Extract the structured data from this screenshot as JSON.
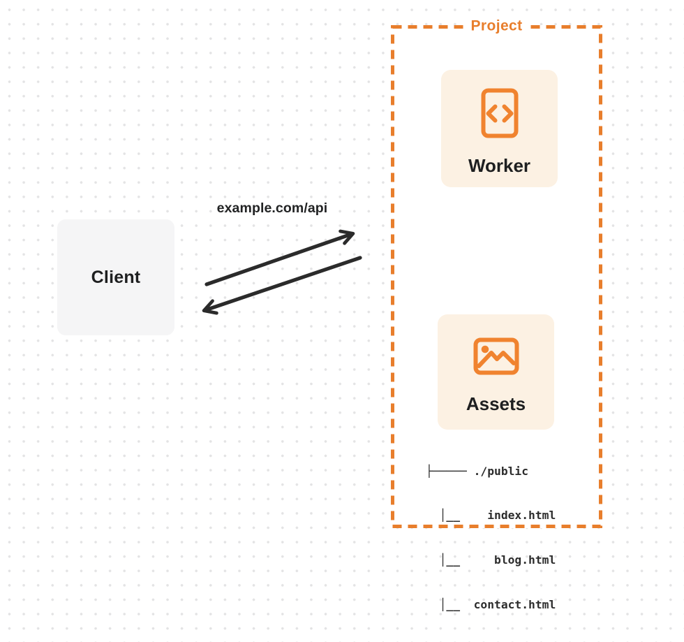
{
  "colors": {
    "accent": "#E87E2C",
    "icon_orange": "#F0832F",
    "card_fill": "#FCF1E3",
    "client_fill": "#F5F5F6",
    "ink": "#2B2B2B",
    "text_dark": "#1E1F20",
    "dot": "#E3E3E4",
    "background": "#FFFFFF"
  },
  "client": {
    "label": "Client"
  },
  "request": {
    "label": "example.com/api"
  },
  "project": {
    "label": "Project",
    "nodes": [
      {
        "id": "worker",
        "label": "Worker",
        "icon": "code-file-icon"
      },
      {
        "id": "assets",
        "label": "Assets",
        "icon": "image-icon"
      }
    ],
    "file_tree": {
      "lines": [
        "├───── ./public",
        "  │__    index.html",
        "  │__     blog.html",
        "  │__  contact.html"
      ]
    }
  }
}
